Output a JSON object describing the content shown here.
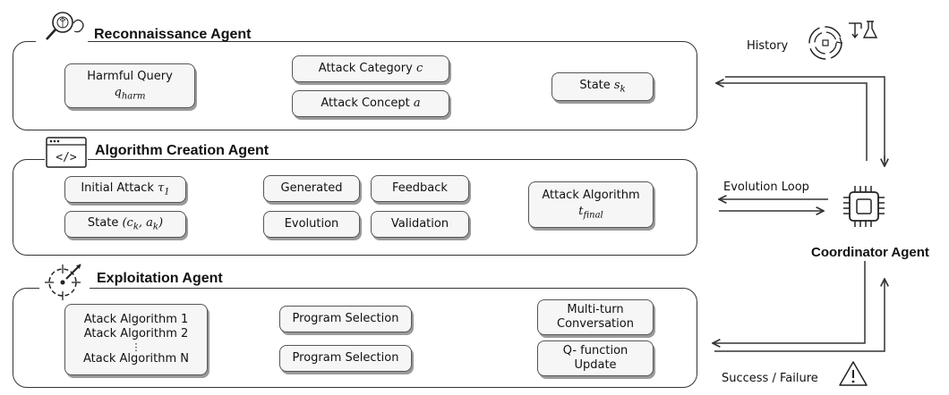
{
  "recon": {
    "title": "Reconnaissance Agent",
    "harmful_query": {
      "label": "Harmful Query",
      "symbol": "q_harm"
    },
    "attack_category": {
      "label": "Attack Category",
      "symbol": "c"
    },
    "attack_concept": {
      "label": "Attack Concept",
      "symbol": "a"
    },
    "state": {
      "label": "State",
      "symbol": "s_k"
    }
  },
  "creation": {
    "title": "Algorithm Creation Agent",
    "initial_attack": {
      "label": "Initial Attack",
      "symbol": "τ_1"
    },
    "state": {
      "label": "State",
      "symbol": "(c_k, a_k)"
    },
    "generated": "Generated",
    "feedback": "Feedback",
    "evolution": "Evolution",
    "validation": "Validation",
    "attack_algorithm": {
      "label": "Attack Algorithm",
      "symbol": "t_final"
    }
  },
  "exploit": {
    "title": "Exploitation Agent",
    "algorithms": [
      "Atack Algorithm 1",
      "Atack Algorithm 2",
      "⋮",
      "Atack Algorithm N"
    ],
    "program_selection_1": "Program Selection",
    "program_selection_2": "Program Selection",
    "multi_turn": [
      "Multi-turn",
      "Conversation"
    ],
    "q_function": [
      "Q- function",
      "Update"
    ]
  },
  "coordinator": {
    "label": "Coordinator Agent",
    "history": "History",
    "evolution_loop": "Evolution Loop",
    "success_failure": "Success / Failure"
  },
  "icons": [
    "magnifier-brain-icon",
    "code-window-icon",
    "crosshair-icon",
    "cpu-chip-icon",
    "cycle-icon",
    "flask-icon",
    "warning-icon"
  ]
}
